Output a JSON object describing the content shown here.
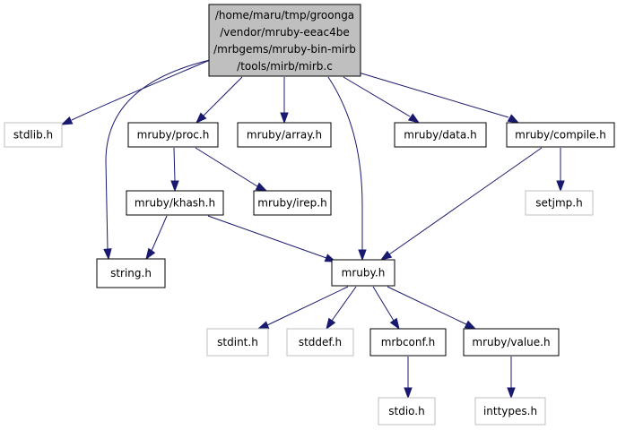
{
  "graph": {
    "root": {
      "lines": [
        "/home/maru/tmp/groonga",
        "/vendor/mruby-eeac4be",
        "/mrbgems/mruby-bin-mirb",
        "/tools/mirb/mirb.c"
      ]
    },
    "nodes": [
      {
        "id": "stdlib_h",
        "label": "stdlib.h",
        "documented": false
      },
      {
        "id": "string_h",
        "label": "string.h",
        "documented": true
      },
      {
        "id": "mruby_proc_h",
        "label": "mruby/proc.h",
        "documented": true
      },
      {
        "id": "mruby_array_h",
        "label": "mruby/array.h",
        "documented": true
      },
      {
        "id": "mruby_data_h",
        "label": "mruby/data.h",
        "documented": true
      },
      {
        "id": "mruby_compile_h",
        "label": "mruby/compile.h",
        "documented": true
      },
      {
        "id": "mruby_khash_h",
        "label": "mruby/khash.h",
        "documented": true
      },
      {
        "id": "mruby_irep_h",
        "label": "mruby/irep.h",
        "documented": true
      },
      {
        "id": "setjmp_h",
        "label": "setjmp.h",
        "documented": false
      },
      {
        "id": "mruby_h",
        "label": "mruby.h",
        "documented": true
      },
      {
        "id": "stdint_h",
        "label": "stdint.h",
        "documented": false
      },
      {
        "id": "stddef_h",
        "label": "stddef.h",
        "documented": false
      },
      {
        "id": "mrbconf_h",
        "label": "mrbconf.h",
        "documented": true
      },
      {
        "id": "mruby_value_h",
        "label": "mruby/value.h",
        "documented": true
      },
      {
        "id": "stdio_h",
        "label": "stdio.h",
        "documented": false
      },
      {
        "id": "inttypes_h",
        "label": "inttypes.h",
        "documented": false
      }
    ],
    "edges": [
      {
        "from": "root",
        "to": "stdlib_h"
      },
      {
        "from": "root",
        "to": "string_h"
      },
      {
        "from": "root",
        "to": "mruby_proc_h"
      },
      {
        "from": "root",
        "to": "mruby_array_h"
      },
      {
        "from": "root",
        "to": "mruby_h"
      },
      {
        "from": "root",
        "to": "mruby_data_h"
      },
      {
        "from": "root",
        "to": "mruby_compile_h"
      },
      {
        "from": "mruby_proc_h",
        "to": "mruby_khash_h"
      },
      {
        "from": "mruby_proc_h",
        "to": "mruby_irep_h"
      },
      {
        "from": "mruby_khash_h",
        "to": "string_h"
      },
      {
        "from": "mruby_khash_h",
        "to": "mruby_h"
      },
      {
        "from": "mruby_compile_h",
        "to": "setjmp_h"
      },
      {
        "from": "mruby_compile_h",
        "to": "mruby_h"
      },
      {
        "from": "mruby_h",
        "to": "stdint_h"
      },
      {
        "from": "mruby_h",
        "to": "stddef_h"
      },
      {
        "from": "mruby_h",
        "to": "mrbconf_h"
      },
      {
        "from": "mruby_h",
        "to": "mruby_value_h"
      },
      {
        "from": "mrbconf_h",
        "to": "stdio_h"
      },
      {
        "from": "mruby_value_h",
        "to": "inttypes_h"
      }
    ],
    "colors": {
      "root_fill": "#bfbfbf",
      "root_border": "#000000",
      "documented_border": "#000000",
      "undocumented_border": "#bfbfbf",
      "node_fill": "#ffffff",
      "edge": "#191970",
      "text": "#000000"
    }
  }
}
